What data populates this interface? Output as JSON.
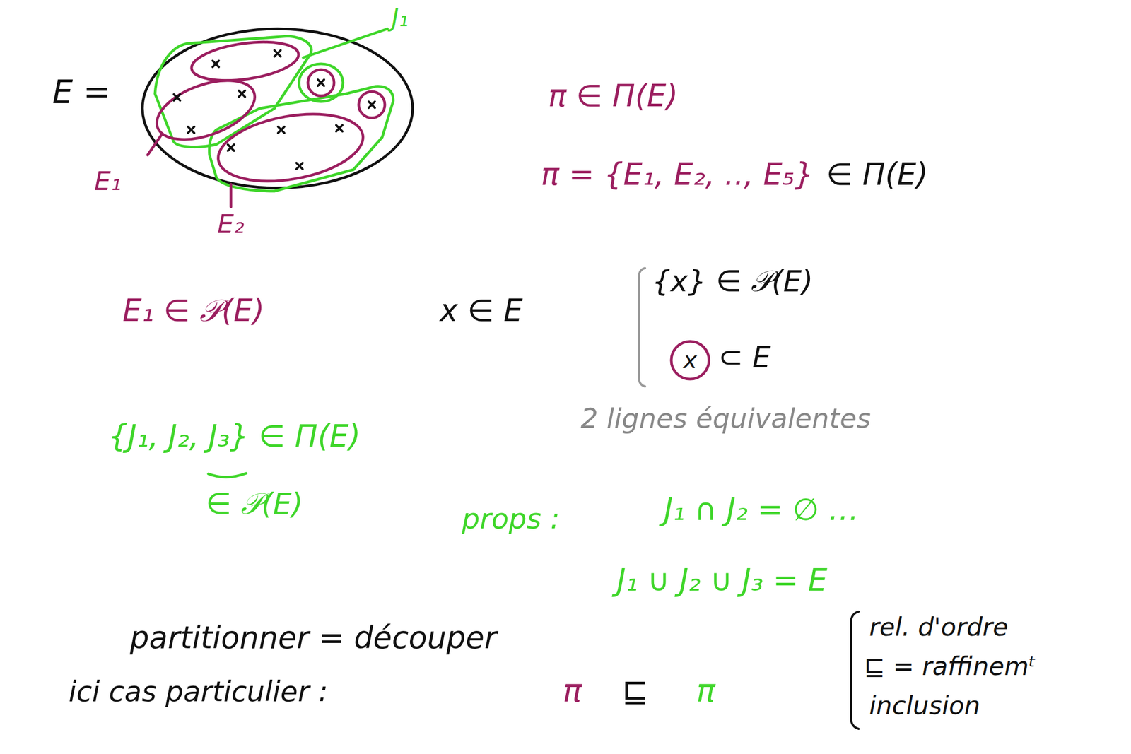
{
  "diagram": {
    "labels": [
      "E =",
      "J₁",
      "E₁",
      "E₂",
      "π ∈ Π(E)",
      "π = {E₁, E₂, .., E₅}",
      "∈ Π(E)",
      "E₁ ∈ 𝒫(E)",
      "x ∈ E",
      "{x} ∈ 𝒫(E)",
      "x",
      "⊂ E",
      "2 lignes équivalentes",
      "{J₁, J₂, J₃} ∈ Π(E)",
      "∈ 𝒫(E)",
      "props :",
      "J₁ ∩ J₂ = ∅ …",
      "J₁ ∪ J₂ ∪ J₃ = E",
      "partitionner   =   découper",
      "ici cas particulier :",
      "π",
      "⊑",
      "π",
      "rel. d'ordre",
      "⊑ = raffinemᵗ",
      "inclusion"
    ]
  }
}
